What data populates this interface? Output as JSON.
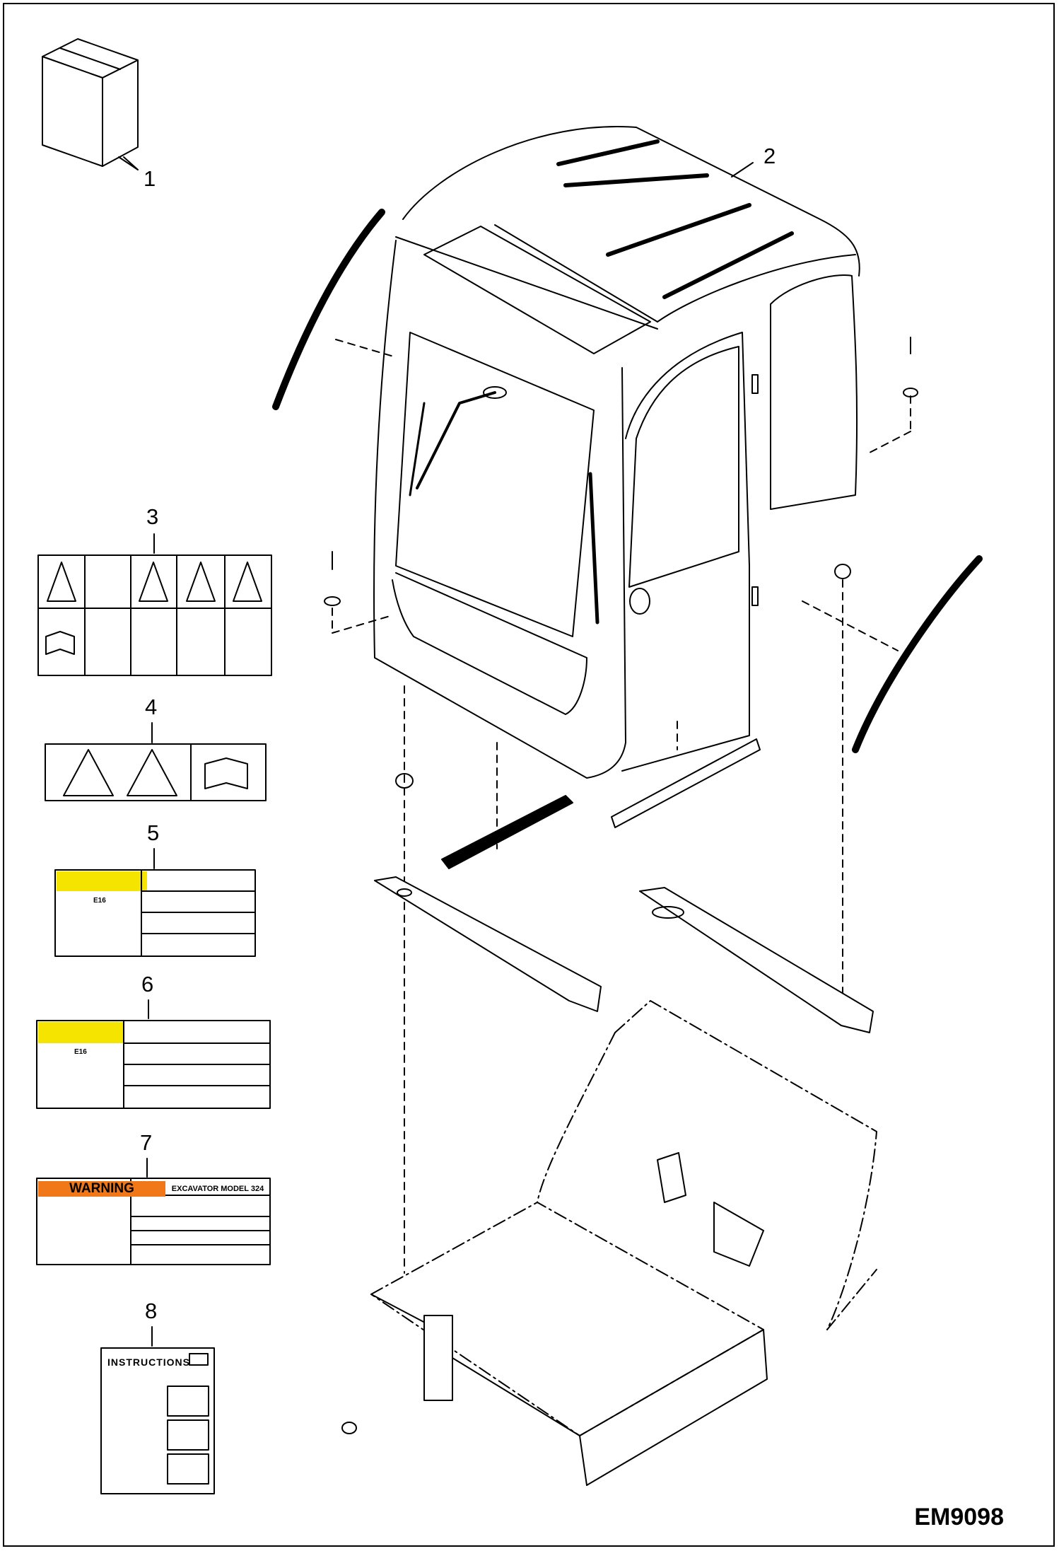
{
  "callouts": [
    "1",
    "2",
    "3",
    "4",
    "5",
    "6",
    "7",
    "8"
  ],
  "drawing_code": "EM9098",
  "decals": {
    "warning": "WARNING",
    "excavator_model": "EXCAVATOR MODEL 324",
    "instructions": "INSTRUCTIONS",
    "e16_a": "E16",
    "e16_b": "E16"
  },
  "colors": {
    "line": "#000000",
    "warning_orange": "#f07818",
    "caution_yellow": "#f5e400"
  }
}
